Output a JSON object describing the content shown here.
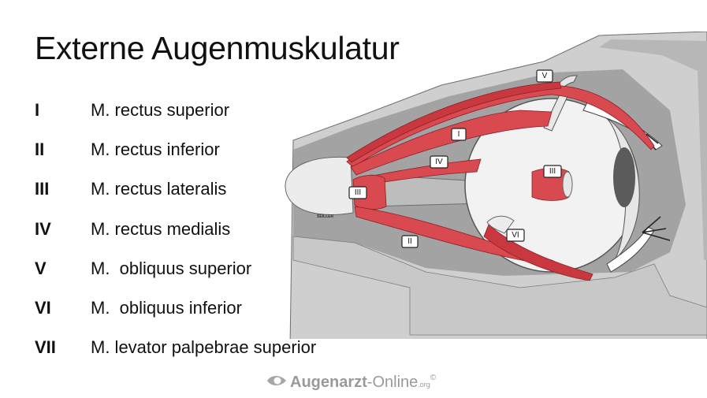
{
  "title": "Externe Augenmuskulatur",
  "legend": [
    {
      "num": "I",
      "name": "M. rectus superior"
    },
    {
      "num": "II",
      "name": "M. rectus inferior"
    },
    {
      "num": "III",
      "name": "M. rectus lateralis"
    },
    {
      "num": "IV",
      "name": "M. rectus medialis"
    },
    {
      "num": "V",
      "name": "M.  obliquus superior"
    },
    {
      "num": "VI",
      "name": "M.  obliquus inferior"
    },
    {
      "num": "VII",
      "name": "M. levator palpebrae superior"
    }
  ],
  "figure_labels": {
    "i": "I",
    "ii": "II",
    "iii_apex": "III",
    "iii_eye": "III",
    "iv": "IV",
    "v": "V",
    "vi": "VI",
    "signature": "SEILLER"
  },
  "footer": {
    "brand": "Augenarzt",
    "brand_suffix": "-Online",
    "tld": ".org",
    "copyright": "©"
  },
  "colors": {
    "muscle": "#d94a50",
    "muscle_dark": "#b83037",
    "bone": "#cdcdcd",
    "orbit": "#9d9d9d",
    "globe": "#f2f2f2",
    "text_gray": "#9a9a9a"
  }
}
